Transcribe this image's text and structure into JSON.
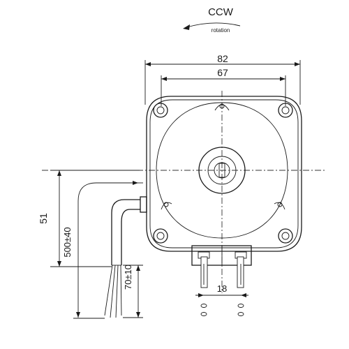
{
  "rotation": {
    "direction_label": "CCW",
    "caption": "rotation"
  },
  "dimensions": {
    "overall_width": "82",
    "hole_spacing": "67",
    "terminal_spacing": "18",
    "height": "51",
    "cable_length": "500±40",
    "lead_length": "70±10"
  },
  "colors": {
    "line": "#1a1a1a",
    "background": "#ffffff"
  }
}
